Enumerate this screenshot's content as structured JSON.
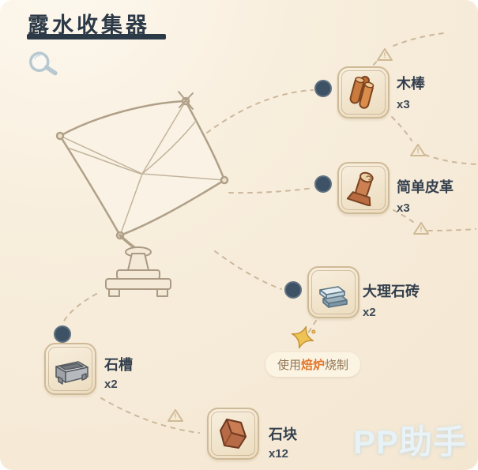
{
  "header": {
    "title": "露水收集器"
  },
  "materials": [
    {
      "name": "木棒",
      "qty": "x3"
    },
    {
      "name": "简单皮革",
      "qty": "x3"
    },
    {
      "name": "大理石砖",
      "qty": "x2"
    },
    {
      "name": "石槽",
      "qty": "x2"
    },
    {
      "name": "石块",
      "qty": "x12"
    }
  ],
  "hint": {
    "prefix": "使用",
    "highlight": "焙炉",
    "suffix": "烧制"
  },
  "icons": {
    "alert_glyph": "!"
  },
  "watermark": "PP助手",
  "colors": {
    "title": "#2c3947",
    "node": "#3d5265",
    "dash": "#ccb89c",
    "hint_highlight": "#e2762d",
    "frame_border": "#cfba98",
    "background": "#f6ebd9"
  }
}
